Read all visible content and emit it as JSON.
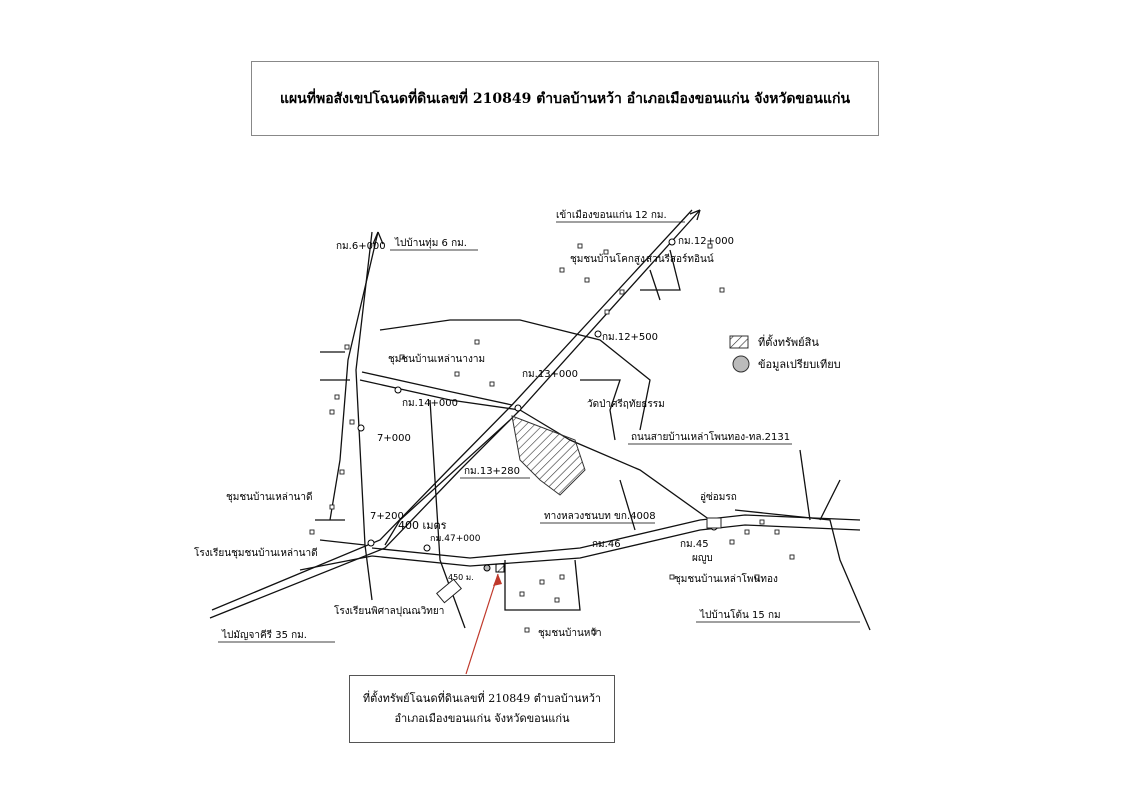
{
  "title": "แผนที่พอสังเขปโฉนดที่ดินเลขที่ 210849 ตำบลบ้านหว้า  อำเภอเมืองขอนแก่น จังหวัดขอนแก่น",
  "legend": {
    "property": "ที่ตั้งทรัพย์สิน",
    "comparison": "ข้อมูลเปรียบเทียบ"
  },
  "labels": {
    "to_khon_kaen": "เข้าเมืองขอนแก่น 12 กม.",
    "km_12_000": "กม.12+000",
    "community_khok_sung": "ชุมชนบ้านโคกสูง",
    "sawan_resort": "สวนรีสอร์ทอินน์",
    "km_12_500": "กม.12+500",
    "km_13_000": "กม.13+000",
    "km_6_000": "กม.6+000",
    "to_ban_thum": "ไปบ้านทุ่ม 6 กม.",
    "community_lao_na_ngam": "ชุมชนบ้านเหล่านางาม",
    "km_14_000": "กม.14+000",
    "wat_pa": "วัดป่าศรีฤทัยธรรม",
    "road_2131": "ถนนสายบ้านเหล่าโพนทอง-ทล.2131",
    "km_7_000": "7+000",
    "km_13_280": "กม.13+280",
    "community_lao_na_di": "ชุมชนบ้านเหล่านาดี",
    "km_7_200": "7+200",
    "dist_400": "400 เมตร",
    "rural_road": "ทางหลวงชนบท ขก.4008",
    "garage": "อู่ซ่อมรถ",
    "school_lao_na_di": "โรงเรียนชุมชนบ้านเหล่านาดี",
    "km_47_000": "กม.47+000",
    "km_46": "กม.46",
    "km_45": "กม.45",
    "pump": "ผญูบ",
    "community_lao_phon_thong": "ชุมชนบ้านเหล่าโพนทอง",
    "school_phisan": "โรงเรียนพิศาลปุณณวิทยา",
    "to_manchakhiri": "ไปมัญจาคีรี 35 กม.",
    "community_ban_wa": "ชุมชนบ้านหว้า",
    "to_ban_don": "ไปบ้านโต้น 15 กม",
    "dist_450": "450 ม."
  },
  "note": {
    "line1": "ที่ตั้งทรัพย์โฉนดที่ดินเลขที่ 210849 ตำบลบ้านหว้า",
    "line2": "อำเภอเมืองขอนแก่น จังหวัดขอนแก่น"
  },
  "colors": {
    "pointer": "#c0392b",
    "comparison_dot": "#bbbbbb"
  }
}
